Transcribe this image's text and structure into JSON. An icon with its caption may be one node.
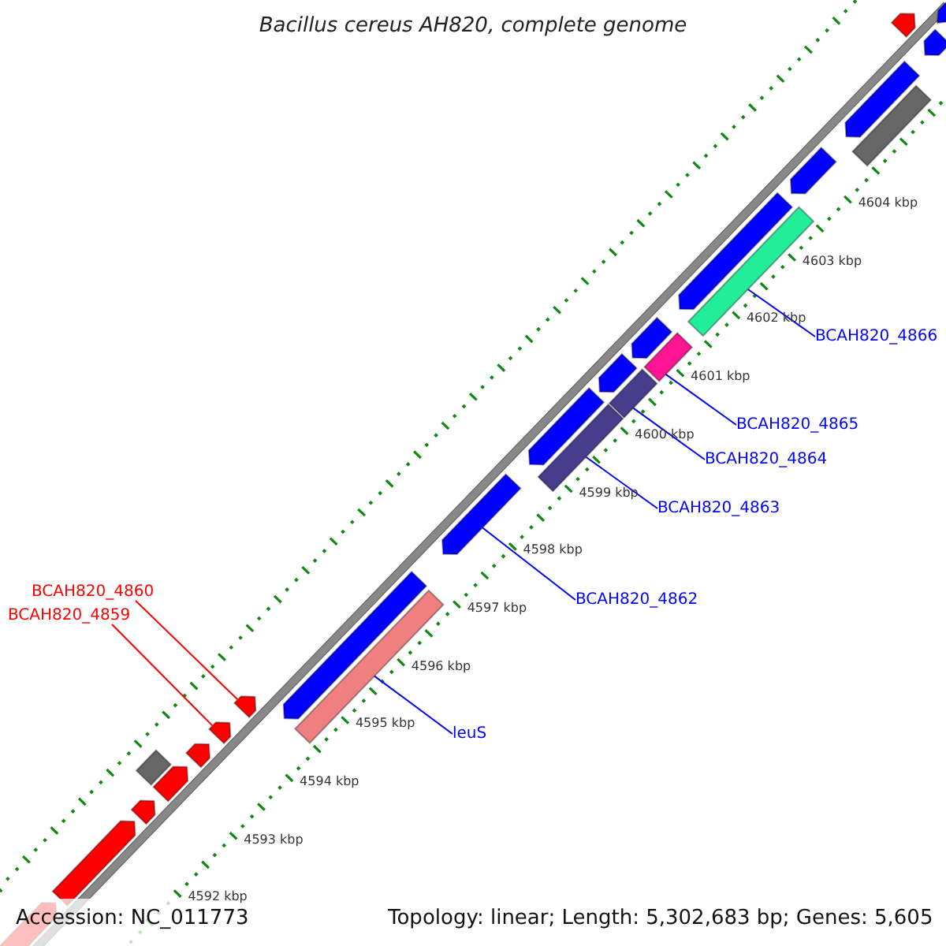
{
  "diagram": {
    "title": "Bacillus cereus AH820, complete genome",
    "nodes": [
      {
        "text": [
          "BCAH820_4860"
        ]
      },
      {
        "text": [
          "BCAH820_4859"
        ]
      },
      {
        "text": [
          "leuS"
        ]
      },
      {
        "text": [
          "BCAH820_4862"
        ]
      },
      {
        "text": [
          "BCAH820_4863"
        ]
      },
      {
        "text": [
          "BCAH820_4864"
        ]
      },
      {
        "text": [
          "BCAH820_4865"
        ]
      },
      {
        "text": [
          "BCAH820_4866"
        ]
      },
      {
        "text": [],
        "shape": "arrow"
      },
      {
        "text": [],
        "shape": "arrow"
      },
      {
        "text": [],
        "shape": "arrow"
      },
      {
        "text": [],
        "shape": "bar"
      },
      {
        "text": [],
        "shape": "arrow"
      },
      {
        "text": [],
        "shape": "arrow"
      },
      {
        "text": [],
        "shape": "arrow"
      },
      {
        "text": [],
        "shape": "arrow"
      },
      {
        "text": [],
        "shape": "arrow"
      },
      {
        "text": [],
        "shape": "bar"
      },
      {
        "text": [],
        "shape": "arrow"
      },
      {
        "text": [],
        "shape": "bar"
      },
      {
        "text": [],
        "shape": "arrow"
      },
      {
        "text": [],
        "shape": "bar"
      },
      {
        "text": [],
        "shape": "arrow"
      },
      {
        "text": [],
        "shape": "arrow"
      },
      {
        "text": [],
        "shape": "bar"
      },
      {
        "text": [],
        "shape": "bar"
      },
      {
        "text": [],
        "shape": "arrow"
      },
      {
        "text": [],
        "shape": "arrow"
      },
      {
        "text": [],
        "shape": "bar"
      },
      {
        "text": [],
        "shape": "arrow"
      },
      {
        "text": [],
        "shape": "arrow"
      },
      {
        "text": [],
        "shape": "arrow"
      },
      {
        "text": [],
        "shape": "arrow"
      }
    ],
    "edges": [
      {
        "from": 0,
        "to": 15,
        "arrow": "none",
        "color": "#ff0000"
      },
      {
        "from": 1,
        "to": 14,
        "arrow": "none",
        "color": "#ff0000"
      },
      {
        "from": 2,
        "to": 17,
        "arrow": "none"
      },
      {
        "from": 3,
        "to": 18,
        "arrow": "none"
      },
      {
        "from": 4,
        "to": 19,
        "arrow": "none"
      },
      {
        "from": 5,
        "to": 21,
        "arrow": "none"
      },
      {
        "from": 6,
        "to": 24,
        "arrow": "none"
      },
      {
        "from": 7,
        "to": 25,
        "arrow": "none"
      }
    ],
    "labels": [
      "4592 kbp",
      "4593 kbp",
      "4594 kbp",
      "4595 kbp",
      "4596 kbp",
      "4597 kbp",
      "4598 kbp",
      "4599 kbp",
      "4600 kbp",
      "4601 kbp",
      "4602 kbp",
      "4603 kbp",
      "4604 kbp",
      "Accession: NC_011773",
      "Topology: linear; Length: 5,302,683 bp; Genes: 5,605"
    ]
  }
}
